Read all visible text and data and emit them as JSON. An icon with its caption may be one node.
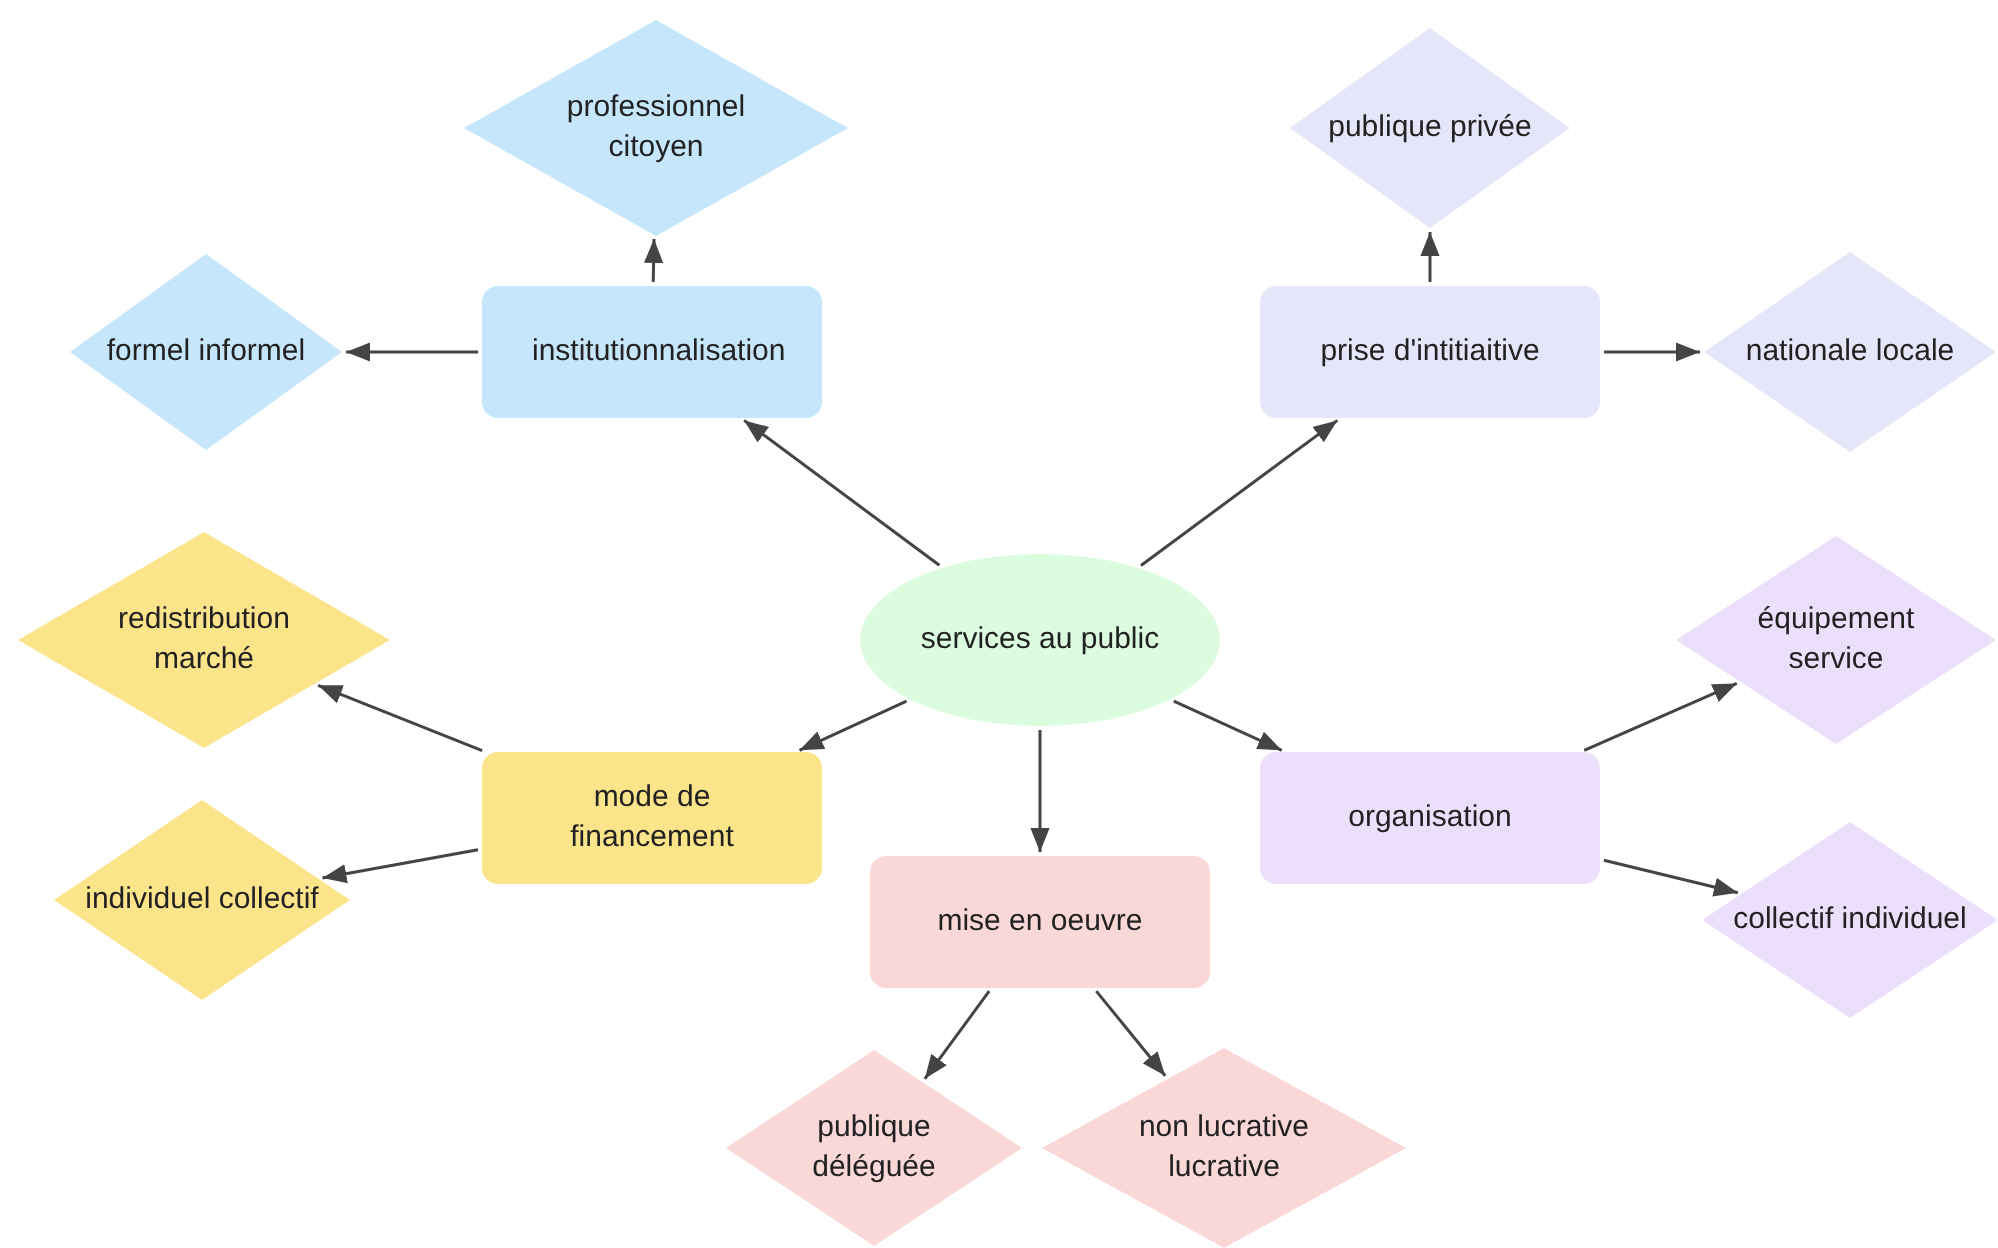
{
  "diagram": {
    "nodes": [
      {
        "text": [
          "services au public"
        ]
      },
      {
        "text": [
          "institutionnalisation"
        ]
      },
      {
        "text": [
          "professionnel citoyen"
        ]
      },
      {
        "text": [
          "formel informel"
        ]
      },
      {
        "text": [
          "prise d'intitiaitive"
        ]
      },
      {
        "text": [
          "publique privée"
        ]
      },
      {
        "text": [
          "nationale locale"
        ]
      },
      {
        "text": [
          "mode de financement"
        ]
      },
      {
        "text": [
          "redistribution marché"
        ]
      },
      {
        "text": [
          "individuel collectif"
        ]
      },
      {
        "text": [
          "mise en oeuvre"
        ]
      },
      {
        "text": [
          "publique déléguée"
        ]
      },
      {
        "text": [
          "non lucrative lucrative"
        ]
      },
      {
        "text": [
          "organisation"
        ]
      },
      {
        "text": [
          "équipement service"
        ]
      },
      {
        "text": [
          "collectif individuel"
        ]
      }
    ],
    "edges": [
      {
        "from": 0,
        "to": 1,
        "arrow": "to"
      },
      {
        "from": 1,
        "to": 2,
        "arrow": "to"
      },
      {
        "from": 1,
        "to": 3,
        "arrow": "to"
      },
      {
        "from": 0,
        "to": 4,
        "arrow": "to"
      },
      {
        "from": 4,
        "to": 5,
        "arrow": "to"
      },
      {
        "from": 4,
        "to": 6,
        "arrow": "to"
      },
      {
        "from": 0,
        "to": 7,
        "arrow": "to"
      },
      {
        "from": 7,
        "to": 8,
        "arrow": "to"
      },
      {
        "from": 7,
        "to": 9,
        "arrow": "to"
      },
      {
        "from": 0,
        "to": 10,
        "arrow": "to"
      },
      {
        "from": 10,
        "to": 11,
        "arrow": "to"
      },
      {
        "from": 10,
        "to": 12,
        "arrow": "to"
      },
      {
        "from": 0,
        "to": 13,
        "arrow": "to"
      },
      {
        "from": 13,
        "to": 14,
        "arrow": "to"
      },
      {
        "from": 13,
        "to": 15,
        "arrow": "to"
      }
    ]
  }
}
